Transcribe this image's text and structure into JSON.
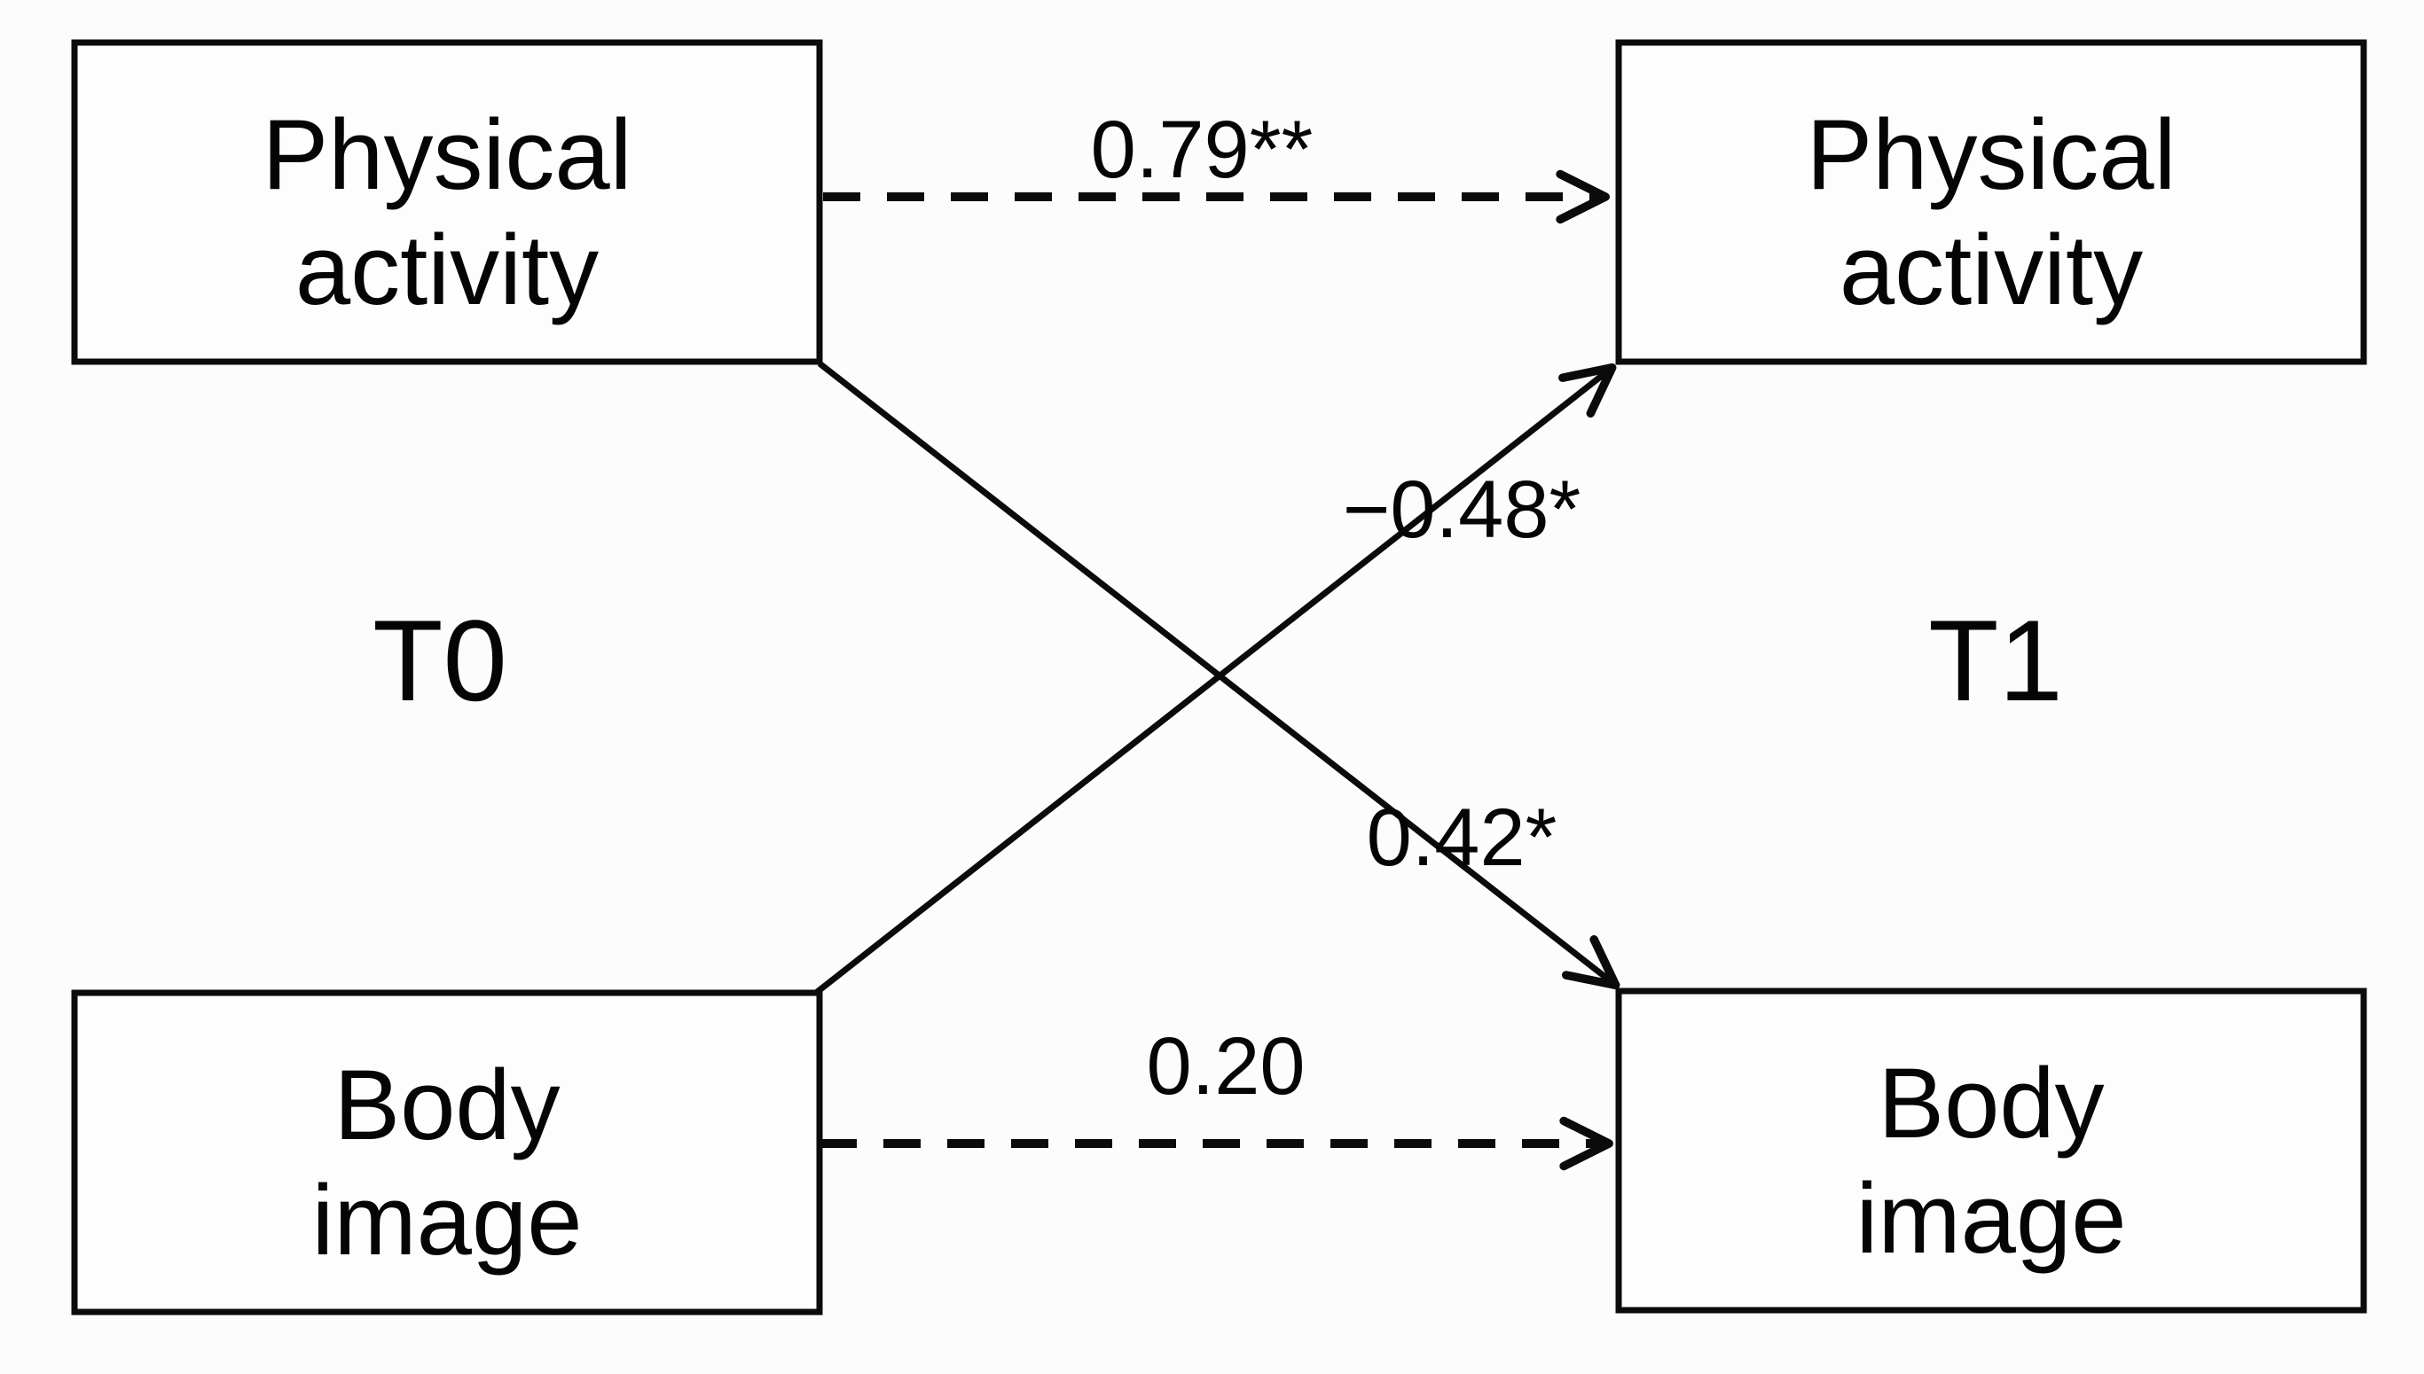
{
  "figure": {
    "type": "cross-lagged-panel-model",
    "background_color": "#fcfcfd",
    "line_color": "#0b0b0e",
    "time_labels": {
      "left": "T0",
      "right": "T1"
    },
    "nodes": {
      "pa_t0": {
        "line1": "Physical",
        "line2": "activity"
      },
      "pa_t1": {
        "line1": "Physical",
        "line2": "activity"
      },
      "bi_t0": {
        "line1": "Body",
        "line2": "image"
      },
      "bi_t1": {
        "line1": "Body",
        "line2": "image"
      }
    },
    "paths": {
      "pa_stability": {
        "label": "0.79**",
        "style": "dashed",
        "from": "pa_t0",
        "to": "pa_t1"
      },
      "bi_to_pa_cross": {
        "label": "−0.48*",
        "style": "solid",
        "from": "bi_t0",
        "to": "pa_t1"
      },
      "pa_to_bi_cross": {
        "label": "0.42*",
        "style": "solid",
        "from": "pa_t0",
        "to": "bi_t1"
      },
      "bi_stability": {
        "label": "0.20",
        "style": "dashed",
        "from": "bi_t0",
        "to": "bi_t1"
      }
    }
  }
}
